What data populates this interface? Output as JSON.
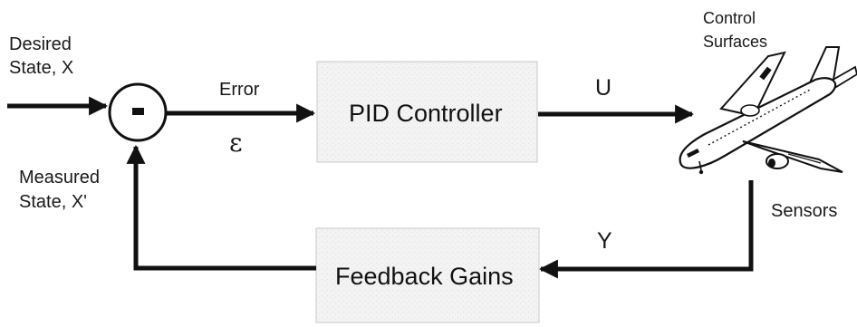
{
  "inputs": {
    "desired_line1": "Desired",
    "desired_line2": "State, X",
    "measured_line1": "Measured",
    "measured_line2": "State, X'"
  },
  "summing_junction": {
    "sign": "-"
  },
  "signals": {
    "error_label": "Error",
    "error_symbol": "ε",
    "control_signal": "U",
    "output_signal": "Y"
  },
  "blocks": {
    "controller": "PID Controller",
    "feedback": "Feedback Gains"
  },
  "plant": {
    "control_line1": "Control",
    "control_line2": "Surfaces",
    "sensors": "Sensors",
    "icon": "airplane-icon"
  }
}
